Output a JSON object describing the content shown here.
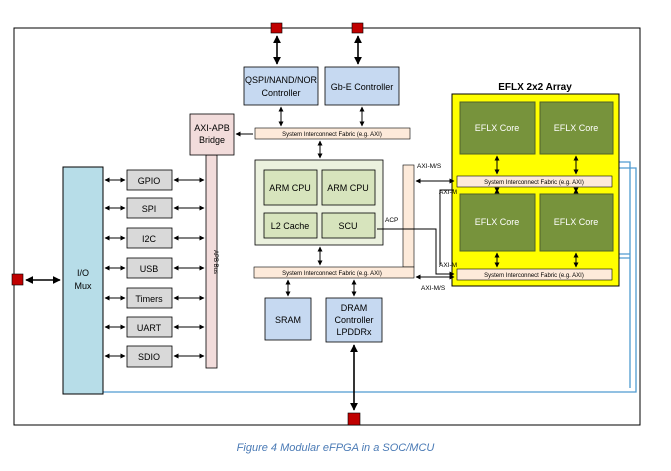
{
  "diagram": {
    "io_mux": {
      "line1": "I/O",
      "line2": "Mux"
    },
    "peripherals": [
      "GPIO",
      "SPI",
      "I2C",
      "USB",
      "Timers",
      "UART",
      "SDIO"
    ],
    "apb_bus": "APB Bus",
    "axi_apb_bridge": {
      "line1": "AXI-APB",
      "line2": "Bridge"
    },
    "qspi_controller": {
      "line1": "QSPI/NAND/NOR",
      "line2": "Controller"
    },
    "gbe_controller": "Gb-E Controller",
    "interconnect_label": "System Interconnect Fabric (e.g. AXI)",
    "cpu_cluster": {
      "cpu1": "ARM CPU",
      "cpu2": "ARM CPU",
      "l2_cache": "L2 Cache",
      "scu": "SCU"
    },
    "acp_label": "ACP",
    "axi_ms_label": "AXI-M/S",
    "axi_m_label": "AXI-M",
    "sram": "SRAM",
    "dram_controller": {
      "line1": "DRAM",
      "line2": "Controller",
      "line3": "LPDDRx"
    },
    "eflx_array": {
      "title": "EFLX 2x2 Array",
      "cores": [
        "EFLX Core",
        "EFLX Core",
        "EFLX Core",
        "EFLX Core"
      ]
    }
  },
  "caption": "Figure 4 Modular eFPGA in a SOC/MCU",
  "colors": {
    "io_mux": "#b7dde8",
    "peripheral": "#d9d9d9",
    "bridge": "#f2dcdb",
    "controller": "#c6d9f1",
    "fabric": "#fdeada",
    "cpu_cluster": "#ebf1de",
    "cpu_block": "#d7e4bd",
    "eflx_array": "#ffff00",
    "eflx_core": "#77933c",
    "pin": "#c00000",
    "wire_blue": "#4f9bd0",
    "caption": "#4a7ab5"
  }
}
